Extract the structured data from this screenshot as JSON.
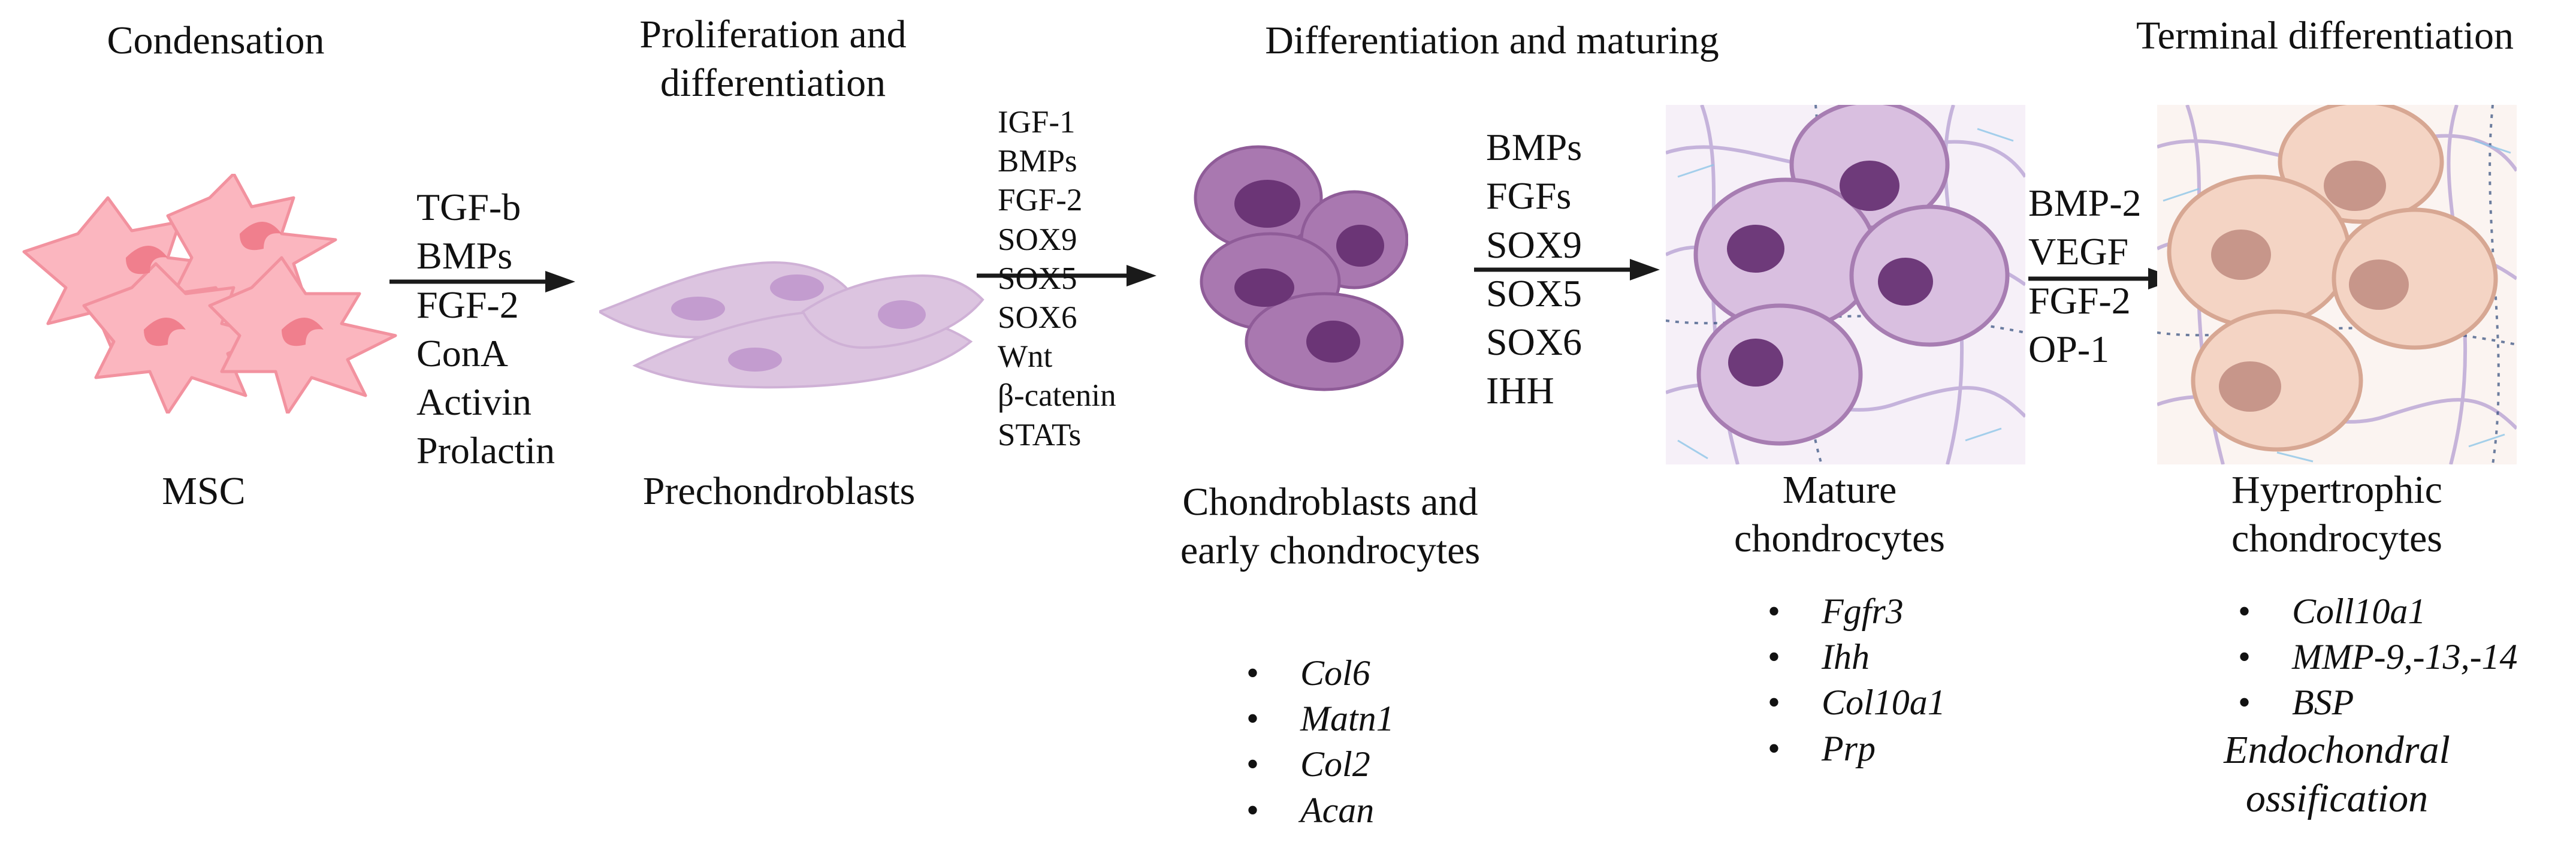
{
  "stages": {
    "condensation": "Condensation",
    "proliferation": "Proliferation and differentiation",
    "maturing": "Differentiation and maturing",
    "terminal": "Terminal differentiation"
  },
  "cells": {
    "msc": "MSC",
    "prechondroblasts": "Prechondroblasts",
    "chondroblasts": "Chondroblasts and early chondrocytes",
    "mature": "Mature chondrocytes",
    "hypertrophic": "Hypertrophic chondrocytes"
  },
  "factors": {
    "step1": [
      "TGF-b",
      "BMPs",
      "FGF-2",
      "ConA",
      "Activin",
      "Prolactin"
    ],
    "step2": [
      "IGF-1",
      "BMPs",
      "FGF-2",
      "SOX9",
      "SOX5",
      "SOX6",
      "Wnt",
      "β-catenin",
      "STATs"
    ],
    "step3": [
      "BMPs",
      "FGFs",
      "SOX9",
      "SOX5",
      "SOX6",
      "IHH"
    ],
    "step4": [
      "BMP-2",
      "VEGF",
      "FGF-2",
      "OP-1"
    ]
  },
  "markers": {
    "chondroblasts": [
      "Col6",
      "Matn1",
      "Col2",
      "Acan"
    ],
    "mature": [
      "Fgfr3",
      "Ihh",
      "Col10a1",
      "Prp"
    ],
    "hypertrophic": [
      "Coll10a1",
      "MMP-9,-13,-14",
      "BSP"
    ]
  },
  "notes": {
    "endochondral": "Endochondral ossification"
  },
  "colors": {
    "msc_cell": "#fbb6bf",
    "msc_nucleus": "#f07f8d",
    "prechondro_cell": "#dcc4e0",
    "prechondro_nucleus": "#c39ccf",
    "chondroblast_cell": "#a978b0",
    "chondroblast_nucleus": "#6b3576",
    "mature_cell": "#d9bfe0",
    "mature_nucleus": "#6e3a7a",
    "hypertrophic_cell": "#f4d4c4",
    "hypertrophic_nucleus": "#c7968a",
    "arrow": "#1a1a1a"
  }
}
